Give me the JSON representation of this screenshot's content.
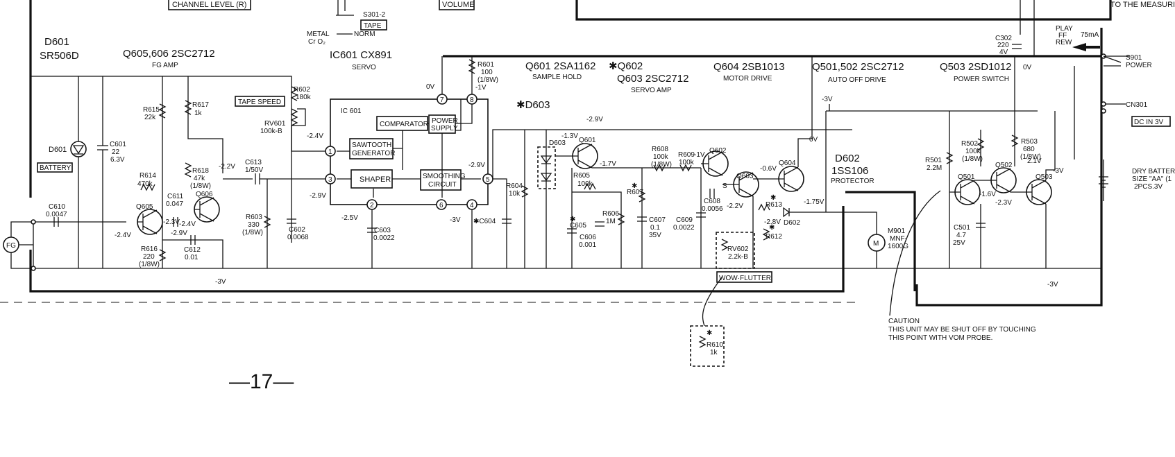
{
  "page_number": "—17—",
  "top": {
    "channel_level": "CHANNEL LEVEL (R)",
    "volume": "VOLUME",
    "s301": "S301-2",
    "tape_box": "TAPE",
    "metal": "METAL",
    "cro2": "Cr O₂",
    "norm": "NORM",
    "measuring": "TO THE MEASURIN"
  },
  "headers": [
    {
      "title": "D601",
      "sub": "SR506D"
    },
    {
      "title": "Q605,606 2SC2712",
      "sub": "FG AMP"
    },
    {
      "title": "IC601 CX891",
      "sub": "SERVO"
    },
    {
      "title": "Q601 2SA1162",
      "sub": "SAMPLE HOLD"
    },
    {
      "title": "✱Q602",
      "sub": ""
    },
    {
      "title": "Q603 2SC2712",
      "sub": "SERVO AMP"
    },
    {
      "title": "Q604 2SB1013",
      "sub": "MOTOR DRIVE"
    },
    {
      "title": "Q501,502 2SC2712",
      "sub": "AUTO OFF DRIVE"
    },
    {
      "title": "Q503 2SD1012",
      "sub": "POWER SWITCH"
    }
  ],
  "ic": {
    "name": "IC 601",
    "blocks": {
      "comparator": "COMPARATOR",
      "power1": "POWER",
      "power2": "SUPPLY",
      "saw1": "SAWTOOTH",
      "saw2": "GENERATOR",
      "shaper": "SHAPER",
      "smooth1": "SMOOTHING",
      "smooth2": "CIRCUIT"
    },
    "pins": [
      "1",
      "2",
      "3",
      "4",
      "5",
      "6",
      "7",
      "8"
    ]
  },
  "components": [
    "D601",
    "BATTERY",
    "C601",
    "22",
    "6.3V",
    "C610",
    "0.0047",
    "FG",
    "R615",
    "22k",
    "R617",
    "1k",
    "R614",
    "470k",
    "Q605",
    "C611",
    "0.047",
    "Q606",
    "R618",
    "47k",
    "(1/8W)",
    "R616",
    "220",
    "(1/8W)",
    "C612",
    "0.01",
    "C613",
    "1/50V",
    "R602",
    "180k",
    "TAPE SPEED",
    "RV601",
    "100k-B",
    "R603",
    "330",
    "(1/8W)",
    "C602",
    "0.0068",
    "C603",
    "0.0022",
    "✱C604",
    "R601",
    "100",
    "(1/8W)",
    "R604",
    "10k",
    "✱D603",
    "D603",
    "Q601",
    "R605",
    "100k",
    "✱",
    "C605",
    "C606",
    "0.001",
    "R606",
    "1M",
    "✱",
    "R607",
    "C607",
    "0.1",
    "35V",
    "R608",
    "100k",
    "(1/8W)",
    "R609",
    "100k",
    "Q602",
    "Q603",
    "Q604",
    "C609",
    "0.0022",
    "C608",
    "0.0056",
    "S",
    "✱",
    "R613",
    "D602",
    "✱",
    "R612",
    "RV602",
    "2.2k-B",
    "WOW·FLUTTER",
    "✱",
    "R610",
    "1k",
    "D602",
    "1SS106",
    "PROTECTOR",
    "M901",
    "MNF-",
    "1600G",
    "M",
    "R501",
    "2.2M",
    "R502",
    "100k",
    "(1/8W)",
    "R503",
    "680",
    "(1/8W)",
    "Q501",
    "Q502",
    "Q503",
    "C501",
    "4.7",
    "25V",
    "C302",
    "220",
    "4V",
    "PLAY",
    "FF",
    "REW",
    "75mA",
    "S901",
    "POWER",
    "CN301",
    "DC IN 3V",
    "DRY BATTER",
    "SIZE \"AA\" (1",
    "2PCS.3V"
  ],
  "voltages": [
    "-2.4V",
    "-2.3V",
    "-2.4V",
    "-2.9V",
    "-2.2V",
    "-3V",
    "-2.4V",
    "-2.9V",
    "-2.5V",
    "-3V",
    "0V",
    "-1V",
    "-2.9V",
    "-2.9V",
    "-1.3V",
    "-1.7V",
    "-1V",
    "-0.6V",
    "0V",
    "-2.2V",
    "-2.8V",
    "-1.75V",
    "-3V",
    "-1.6V",
    "-2.3V",
    "2.1V",
    "-3V",
    "-3V",
    "0V"
  ],
  "caution": {
    "line1": "CAUTION",
    "line2": "THIS UNIT MAY BE SHUT OFF BY TOUCHING",
    "line3": "THIS POINT WITH VOM PROBE."
  }
}
